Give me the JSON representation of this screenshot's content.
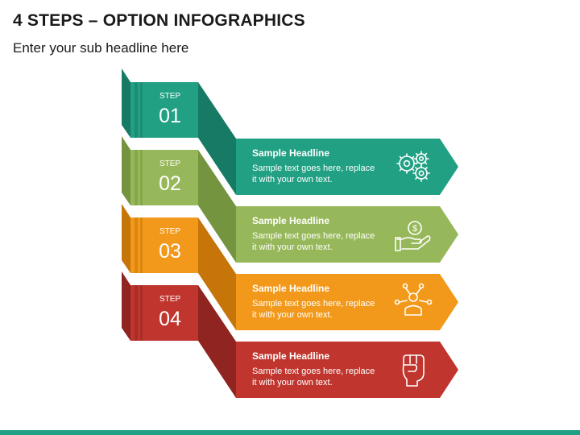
{
  "header": {
    "title": "4 STEPS – OPTION INFOGRAPHICS",
    "subtitle": "Enter your sub headline here"
  },
  "steps": [
    {
      "label": "STEP",
      "number": "01",
      "headline": "Sample Headline",
      "text_line1": "Sample text goes here, replace",
      "text_line2": "it with your own text.",
      "icon": "gears-icon",
      "color": "#21a083",
      "dark": "#167a64",
      "stripe": "#1b8d74"
    },
    {
      "label": "STEP",
      "number": "02",
      "headline": "Sample Headline",
      "text_line1": "Sample text goes here, replace",
      "text_line2": "it with your own text.",
      "icon": "money-hand-icon",
      "color": "#97b85a",
      "dark": "#74943f",
      "stripe": "#86a64b"
    },
    {
      "label": "STEP",
      "number": "03",
      "headline": "Sample Headline",
      "text_line1": "Sample text goes here, replace",
      "text_line2": "it with your own text.",
      "icon": "network-person-icon",
      "color": "#f2991b",
      "dark": "#c67509",
      "stripe": "#db860f"
    },
    {
      "label": "STEP",
      "number": "04",
      "headline": "Sample Headline",
      "text_line1": "Sample text goes here, replace",
      "text_line2": "it with your own text.",
      "icon": "fist-icon",
      "color": "#c0362f",
      "dark": "#8f2420",
      "stripe": "#a82c27"
    }
  ]
}
